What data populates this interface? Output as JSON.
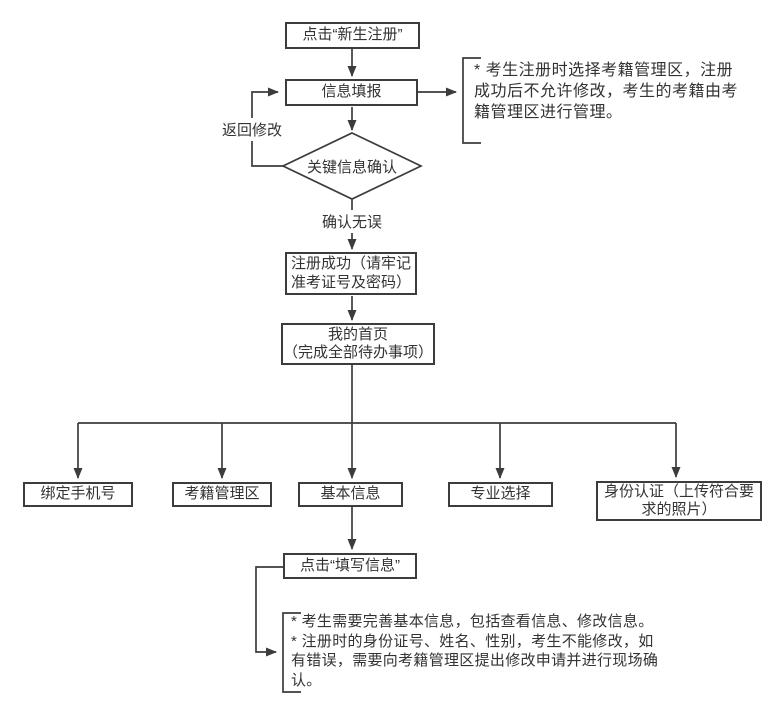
{
  "colors": {
    "line": "#3c3c3c",
    "text": "#333333",
    "background": "#ffffff"
  },
  "nodes": {
    "click_new_register": {
      "label": "点击“新生注册”"
    },
    "info_fill": {
      "label": "信息填报"
    },
    "key_info_confirm": {
      "label": "关键信息确认"
    },
    "register_success": {
      "lines": [
        "注册成功（请牢记",
        "准考证号及密码）"
      ]
    },
    "my_homepage": {
      "lines": [
        "我的首页",
        "（完成全部待办事项）"
      ]
    },
    "bind_phone": {
      "label": "绑定手机号"
    },
    "exam_admin_area": {
      "label": "考籍管理区"
    },
    "basic_info": {
      "label": "基本信息"
    },
    "major_select": {
      "label": "专业选择"
    },
    "identity_auth": {
      "lines": [
        "身份认证（上传符合要",
        "求的照片）"
      ]
    },
    "click_fill_info": {
      "label": "点击“填写信息”"
    }
  },
  "edge_labels": {
    "return_modify": "返回修改",
    "confirm_ok": "确认无误"
  },
  "notes": {
    "register_note": {
      "lines": [
        "* 考生注册时选择考籍管理区，注册",
        "成功后不允许修改，考生的考籍由考",
        "籍管理区进行管理。"
      ]
    },
    "basic_info_note": {
      "lines": [
        "* 考生需要完善基本信息，包括查看信息、修改信息。",
        "* 注册时的身份证号、姓名、性别，考生不能修改，如",
        "有错误，需要向考籍管理区提出修改申请并进行现场确",
        "认。"
      ]
    }
  }
}
